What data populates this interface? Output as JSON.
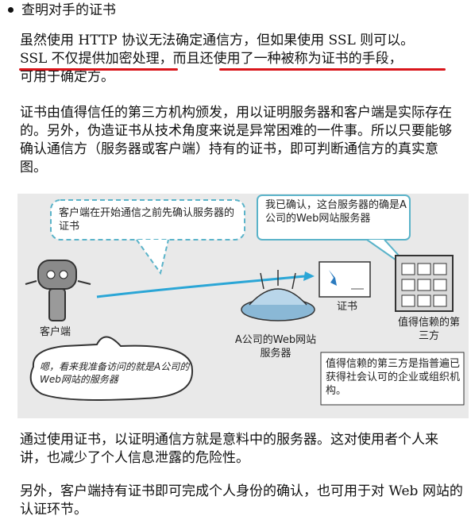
{
  "heading": "查明对手的证书",
  "paragraphs": {
    "p1_line1": "虽然使用 HTTP 协议无法确定通信方，但如果使用 SSL 则可以。",
    "p1_line2": "SSL 不仅提供加密处理，而且还使用了一种被称为证书的手段，",
    "p1_line3": "可用于确定方。",
    "p2": "证书由值得信任的第三方机构颁发，用以证明服务器和客户端是实际存在的。另外，伪造证书从技术角度来说是异常困难的一件事。所以只要能够确认通信方（服务器或客户端）持有的证书，即可判断通信方的真实意图。",
    "p3": "通过使用证书，以证明通信方就是意料中的服务器。这对使用者个人来讲，也减少了个人信息泄露的危险性。",
    "p4": "另外，客户端持有证书即可完成个人身份的确认，也可用于对 Web 网站的认证环节。"
  },
  "figure": {
    "bubble_client": "客户端在开始通信之前先确认服务器的证书",
    "bubble_third": "我已确认，这台服务器的确是A公司的Web网站服务器",
    "label_cert": "证书",
    "label_client": "客户端",
    "label_third_party": "值得信赖的第三方",
    "label_server": "A公司的Web网站服务器",
    "note_third_party": "值得信赖的第三方是指普遍已获得社会认可的企业或组织机构。",
    "thought": "嗯，看来我准备访问的就是A公司的Web网站的服务器"
  },
  "colors": {
    "underline": "#d9151b",
    "bubble_border": "#5ab3c9",
    "arrow": "#2ba6d6",
    "figure_bg": "#e9e9e9"
  }
}
